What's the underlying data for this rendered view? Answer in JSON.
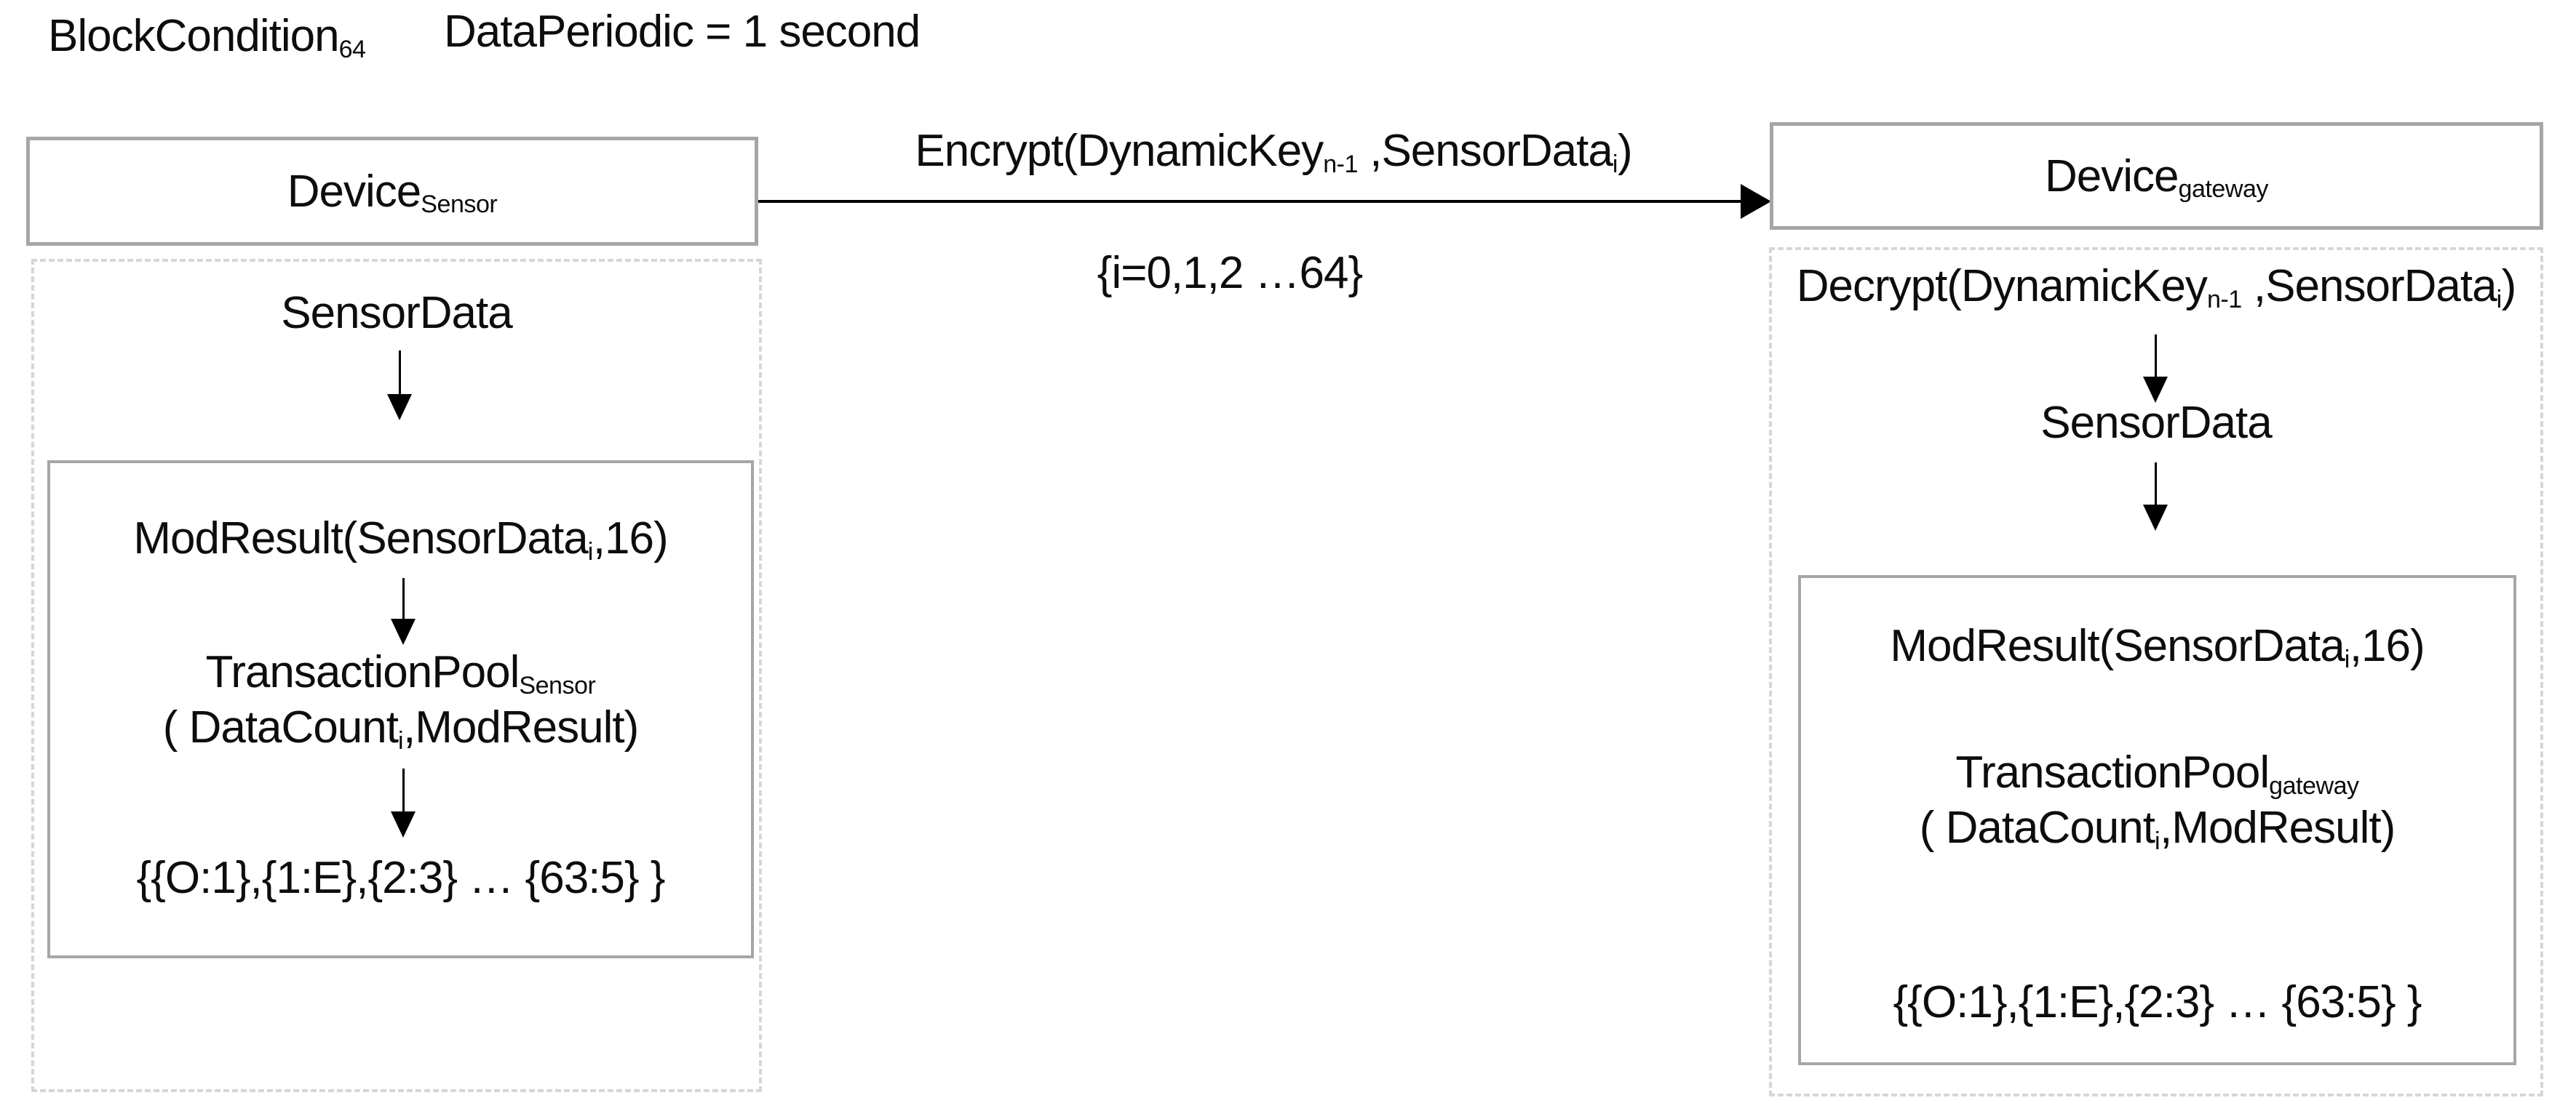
{
  "colors": {
    "box_border": "#a6a6a6",
    "dashed_border": "#d6d6d6",
    "text": "#0d0d0d",
    "arrow": "#000000",
    "bg": "#ffffff"
  },
  "header": {
    "block_condition_base": "BlockCondition",
    "block_condition_sub": "64",
    "data_periodic": "DataPeriodic = 1 second"
  },
  "flow": {
    "encrypt_pre": "Encrypt(DynamicKey",
    "encrypt_sub1": "n-1",
    "encrypt_mid": " ,SensorData",
    "encrypt_sub2": "i",
    "encrypt_post": ")",
    "index_range": "{i=0,1,2 …64}"
  },
  "sensor": {
    "device_base": "Device",
    "device_sub": "Sensor",
    "sensor_data": "SensorData",
    "mod_pre": "ModResult(SensorData",
    "mod_sub": "i",
    "mod_post": ",16)",
    "pool_base": "TransactionPool",
    "pool_sub": "Sensor",
    "args_pre": "( DataCount",
    "args_sub": "i",
    "args_post": ",ModResult)",
    "set_line": "{{O:1},{1:E},{2:3} … {63:5} }"
  },
  "gateway": {
    "device_base": "Device",
    "device_sub": "gateway",
    "decrypt_pre": "Decrypt(DynamicKey",
    "decrypt_sub1": "n-1",
    "decrypt_mid": " ,SensorData",
    "decrypt_sub2": "i",
    "decrypt_post": ")",
    "sensor_data": "SensorData",
    "mod_pre": "ModResult(SensorData",
    "mod_sub": "i",
    "mod_post": ",16)",
    "pool_base": "TransactionPool",
    "pool_sub": "gateway",
    "args_pre": "( DataCount",
    "args_sub": "i",
    "args_post": ",ModResult)",
    "set_line": "{{O:1},{1:E},{2:3} … {63:5} }"
  }
}
